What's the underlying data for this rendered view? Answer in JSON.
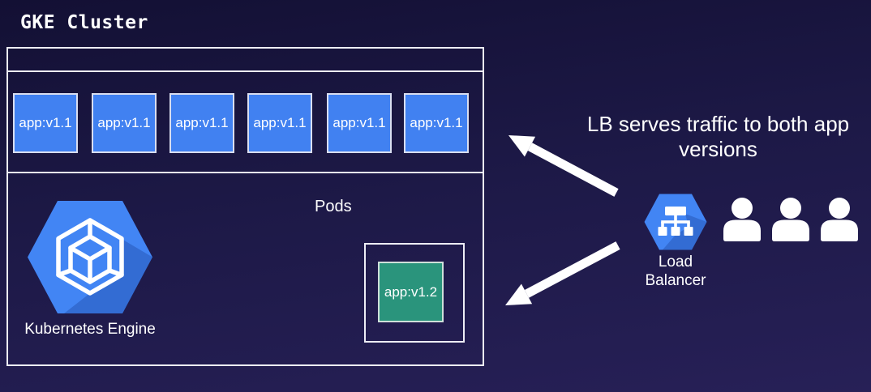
{
  "title": "GKE Cluster",
  "cluster": {
    "pods": [
      {
        "label": "app:v1.1"
      },
      {
        "label": "app:v1.1"
      },
      {
        "label": "app:v1.1"
      },
      {
        "label": "app:v1.1"
      },
      {
        "label": "app:v1.1"
      },
      {
        "label": "app:v1.1"
      }
    ],
    "pods_label": "Pods",
    "engine_label": "Kubernetes Engine",
    "canary_pod": {
      "label": "app:v1.2"
    }
  },
  "annotation": "LB serves traffic to both app versions",
  "load_balancer": {
    "label": "Load Balancer"
  },
  "icons": {
    "gke": "kubernetes-engine-hexagon-icon",
    "load_balancer": "load-balancer-hexagon-icon",
    "user": "user-silhouette-icon"
  },
  "colors": {
    "bg-top": "#131034",
    "bg-mid": "#1d1947",
    "bg-bottom": "#272057",
    "pod-blue": "#4181f1",
    "teal": "#2a947c",
    "hex-blue": "#4285f4",
    "line": "#ededf5",
    "text": "#ffffff"
  }
}
